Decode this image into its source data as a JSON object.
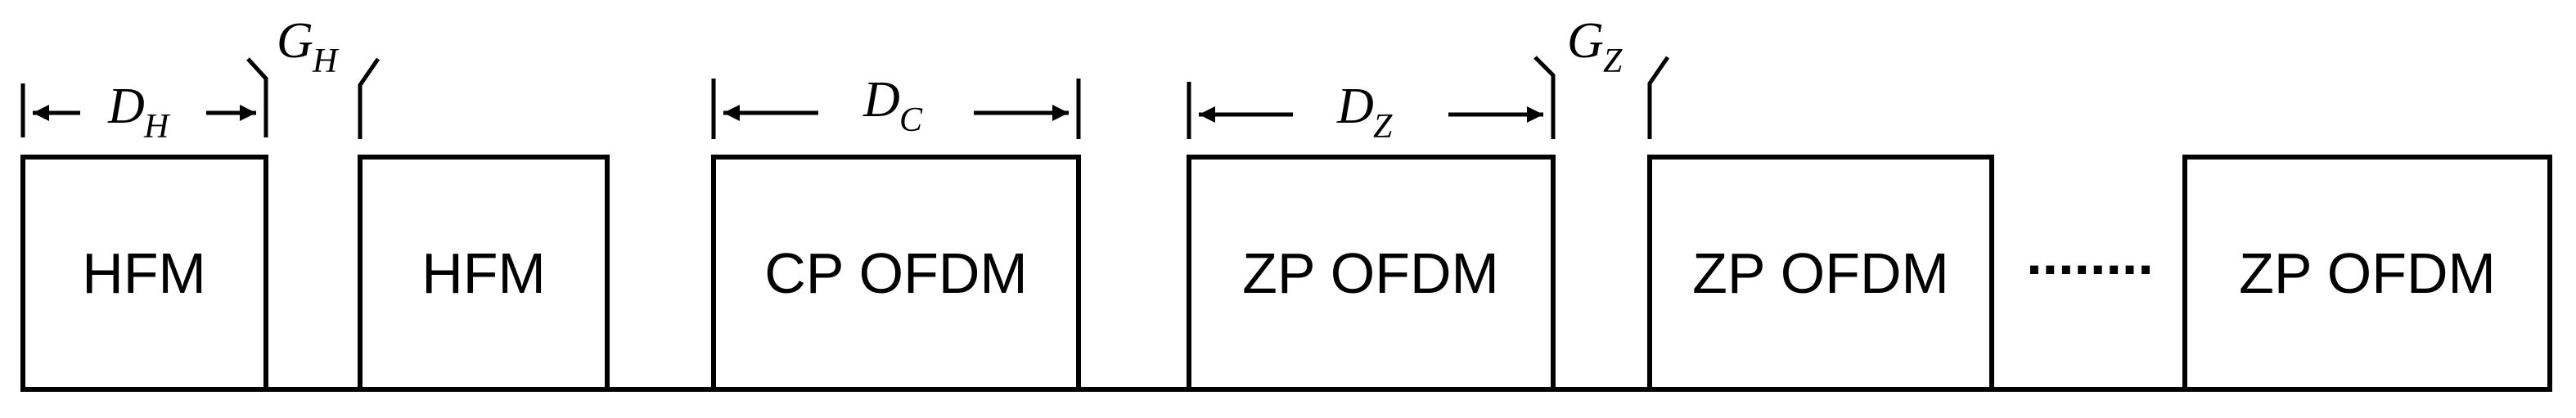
{
  "blocks": [
    {
      "label": "HFM"
    },
    {
      "label": "HFM"
    },
    {
      "label": "CP OFDM"
    },
    {
      "label": "ZP OFDM"
    },
    {
      "label": "ZP OFDM"
    },
    {
      "label": "ZP OFDM"
    }
  ],
  "ellipsis": "........",
  "dimensions": {
    "d_h": {
      "main": "D",
      "sub": "H"
    },
    "d_c": {
      "main": "D",
      "sub": "C"
    },
    "d_z": {
      "main": "D",
      "sub": "Z"
    },
    "g_h": {
      "main": "G",
      "sub": "H"
    },
    "g_z": {
      "main": "G",
      "sub": "Z"
    }
  }
}
